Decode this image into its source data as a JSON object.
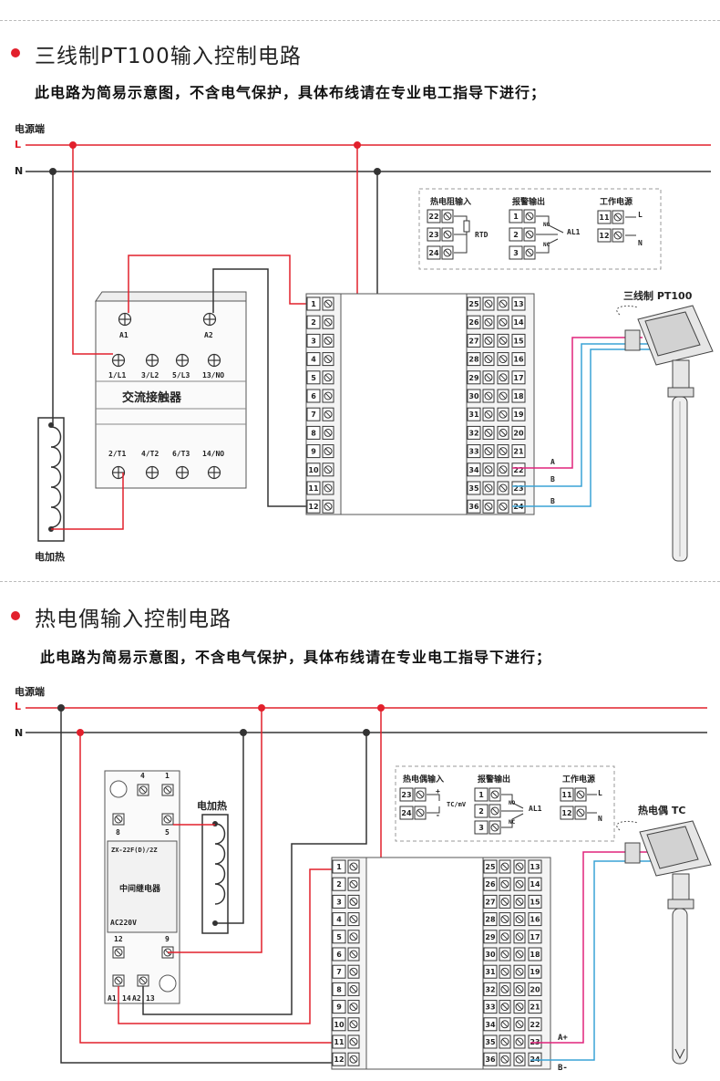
{
  "colors": {
    "red": "#e2202c",
    "line": "#333333",
    "pink": "#e0237c",
    "blue": "#3aa3d6"
  },
  "section1": {
    "title": "三线制PT100输入控制电路",
    "desc": "此电路为简易示意图，不含电气保护，具体布线请在专业电工指导下进行；",
    "power_label": "电源端",
    "L": "L",
    "N": "N",
    "contactor": {
      "name": "交流接触器",
      "top": [
        "A1",
        "A2"
      ],
      "mid": [
        "1/L1",
        "3/L2",
        "5/L3",
        "13/NO"
      ],
      "bottom": [
        "2/T1",
        "4/T2",
        "6/T3",
        "14/NO"
      ]
    },
    "heater_label": "电加热",
    "sensor_label": "三线制 PT100",
    "legend": {
      "rtd_title": "热电阻输入",
      "rtd_terms": [
        "22",
        "23",
        "24"
      ],
      "rtd_text": "RTD",
      "alarm_title": "报警输出",
      "alarm_terms": [
        "1",
        "2",
        "3"
      ],
      "alarm_no": "NO",
      "alarm_nc": "NC",
      "alarm_al": "AL1",
      "power_title": "工作电源",
      "power_terms": [
        "11",
        "12"
      ],
      "power_L": "L",
      "power_N": "N"
    },
    "wire_labels": [
      "A",
      "B",
      "B"
    ],
    "left_terms": [
      "1",
      "2",
      "3",
      "4",
      "5",
      "6",
      "7",
      "8",
      "9",
      "10",
      "11",
      "12"
    ],
    "right_terms": [
      [
        "25",
        "13"
      ],
      [
        "26",
        "14"
      ],
      [
        "27",
        "15"
      ],
      [
        "28",
        "16"
      ],
      [
        "29",
        "17"
      ],
      [
        "30",
        "18"
      ],
      [
        "31",
        "19"
      ],
      [
        "32",
        "20"
      ],
      [
        "33",
        "21"
      ],
      [
        "34",
        "22"
      ],
      [
        "35",
        "23"
      ],
      [
        "36",
        "24"
      ]
    ]
  },
  "section2": {
    "title": "热电偶输入控制电路",
    "desc": "此电路为简易示意图，不含电气保护，具体布线请在专业电工指导下进行；",
    "power_label": "电源端",
    "L": "L",
    "N": "N",
    "relay": {
      "name": "中间继电器",
      "model": "ZX-22F(D)/2Z",
      "volt": "AC220V",
      "top_nums": [
        "4",
        "1"
      ],
      "t8": "8",
      "t5": "5",
      "t12": "12",
      "t9": "9",
      "bottom": [
        "A1",
        "14",
        "A2",
        "13"
      ]
    },
    "heater_label": "电加热",
    "sensor_label": "热电偶 TC",
    "legend": {
      "tc_title": "热电偶输入",
      "tc_terms": [
        "23",
        "24"
      ],
      "tc_text": "TC/mV",
      "tc_plus": "+",
      "tc_minus": "-",
      "alarm_title": "报警输出",
      "alarm_terms": [
        "1",
        "2",
        "3"
      ],
      "alarm_no": "NO",
      "alarm_nc": "NC",
      "alarm_al": "AL1",
      "power_title": "工作电源",
      "power_terms": [
        "11",
        "12"
      ],
      "power_L": "L",
      "power_N": "N"
    },
    "wire_labels": [
      "A+",
      "B-"
    ],
    "left_terms": [
      "1",
      "2",
      "3",
      "4",
      "5",
      "6",
      "7",
      "8",
      "9",
      "10",
      "11",
      "12"
    ],
    "right_terms": [
      [
        "25",
        "13"
      ],
      [
        "26",
        "14"
      ],
      [
        "27",
        "15"
      ],
      [
        "28",
        "16"
      ],
      [
        "29",
        "17"
      ],
      [
        "30",
        "18"
      ],
      [
        "31",
        "19"
      ],
      [
        "32",
        "20"
      ],
      [
        "33",
        "21"
      ],
      [
        "34",
        "22"
      ],
      [
        "35",
        "23"
      ],
      [
        "36",
        "24"
      ]
    ]
  }
}
